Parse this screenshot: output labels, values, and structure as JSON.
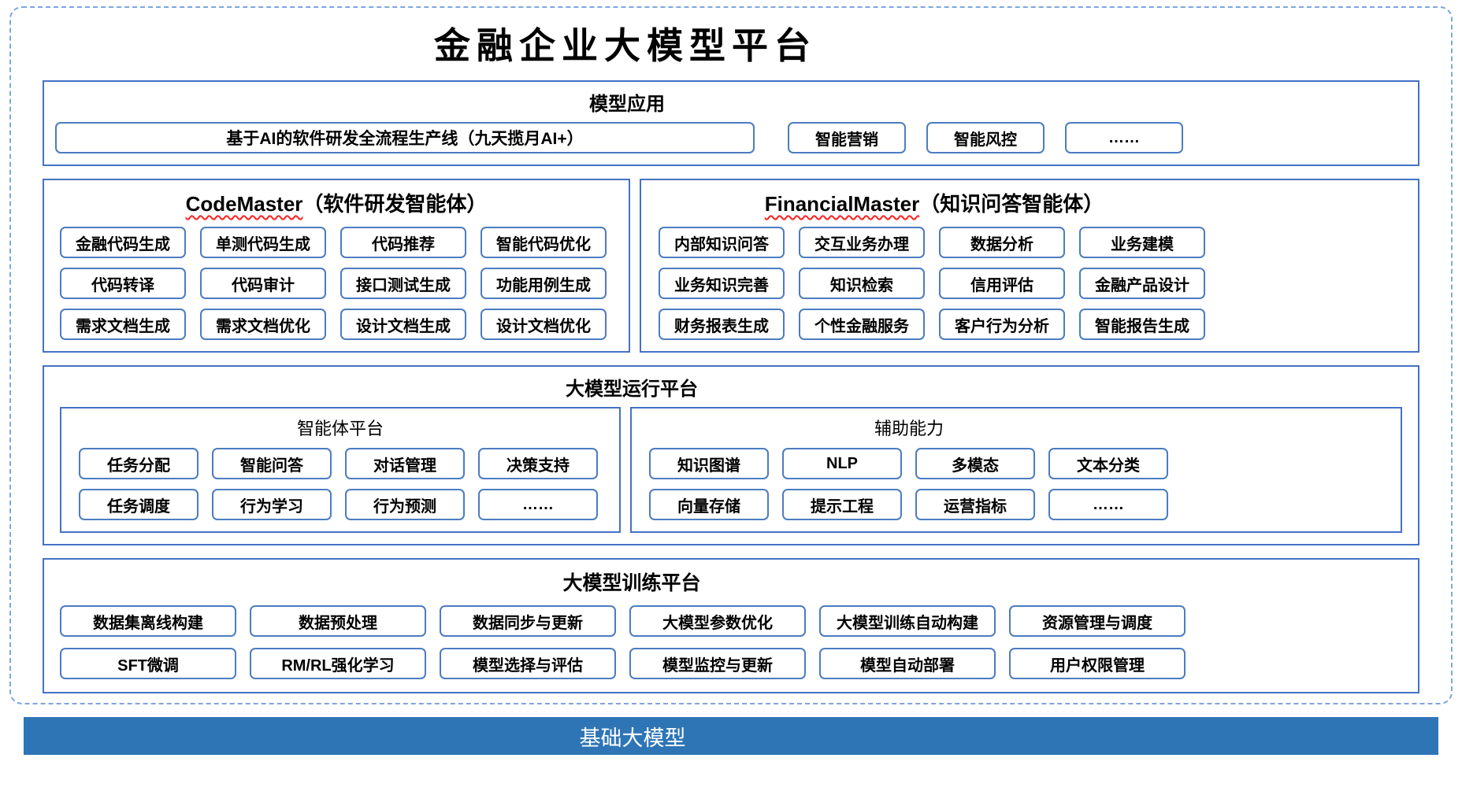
{
  "title": "金融企业大模型平台",
  "colors": {
    "section_border": "#4472C4",
    "item_border": "#4C7CC0",
    "outer_dashed_border": "#7EA6DE",
    "base_bar_background": "#2E75B6",
    "base_bar_text": "#FFFFFF",
    "misspell_underline": "#FF1F1F"
  },
  "model_application": {
    "header": "模型应用",
    "items": [
      "基于AI的软件研发全流程生产线（九天揽月AI+）",
      "智能营销",
      "智能风控",
      "……"
    ]
  },
  "codemaster": {
    "title_en": "CodeMaster",
    "title_zh": "（软件研发智能体）",
    "items": [
      "金融代码生成",
      "单测代码生成",
      "代码推荐",
      "智能代码优化",
      "代码转译",
      "代码审计",
      "接口测试生成",
      "功能用例生成",
      "需求文档生成",
      "需求文档优化",
      "设计文档生成",
      "设计文档优化"
    ]
  },
  "financialmaster": {
    "title_en": "FinancialMaster",
    "title_zh": "（知识问答智能体）",
    "items": [
      "内部知识问答",
      "交互业务办理",
      "数据分析",
      "业务建模",
      "业务知识完善",
      "知识检索",
      "信用评估",
      "金融产品设计",
      "财务报表生成",
      "个性金融服务",
      "客户行为分析",
      "智能报告生成"
    ]
  },
  "runtime": {
    "header": "大模型运行平台",
    "agent_platform": {
      "title": "智能体平台",
      "items": [
        "任务分配",
        "智能问答",
        "对话管理",
        "决策支持",
        "任务调度",
        "行为学习",
        "行为预测",
        "……"
      ]
    },
    "auxiliary": {
      "title": "辅助能力",
      "items": [
        "知识图谱",
        "NLP",
        "多模态",
        "文本分类",
        "向量存储",
        "提示工程",
        "运营指标",
        "……"
      ]
    }
  },
  "training": {
    "header": "大模型训练平台",
    "items": [
      "数据集离线构建",
      "数据预处理",
      "数据同步与更新",
      "大模型参数优化",
      "大模型训练自动构建",
      "资源管理与调度",
      "SFT微调",
      "RM/RL强化学习",
      "模型选择与评估",
      "模型监控与更新",
      "模型自动部署",
      "用户权限管理"
    ]
  },
  "base_model": {
    "label": "基础大模型"
  }
}
